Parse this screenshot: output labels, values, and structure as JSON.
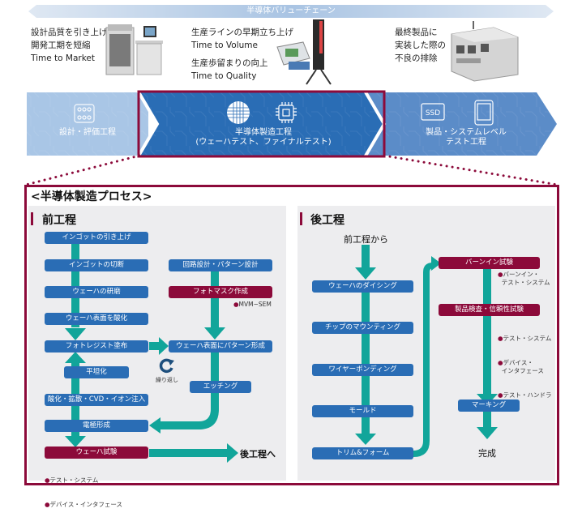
{
  "value_chain": {
    "title": "半導体バリューチェーン",
    "columns": [
      {
        "lines": [
          "設計品質を引き上げ",
          "開発工期を短縮",
          "Time to Market"
        ],
        "image": "test-system-photo"
      },
      {
        "lines": [
          "生産ラインの早期立ち上げ",
          "Time to Volume",
          "生産歩留まりの向上",
          "Time to Quality"
        ],
        "image": "test-handler-photo"
      },
      {
        "lines": [
          "最終製品に",
          "実装した際の",
          "不良の排除"
        ],
        "image": "system-level-tester-photo"
      }
    ]
  },
  "stages": [
    {
      "label": "設計・評価工程",
      "icon": "circuit-board-icon",
      "color": "#a9c6e6"
    },
    {
      "label_line1": "半導体製造工程",
      "label_line2": "(ウェーハテスト、ファイナルテスト)",
      "icons": [
        "wafer-icon",
        "chip-icon"
      ],
      "color": "#2a6db5",
      "highlighted": true
    },
    {
      "label_line1": "製品・システムレベル",
      "label_line2": "テスト工程",
      "icons": [
        "ssd-icon",
        "tablet-icon"
      ],
      "color": "#5b8cc8"
    }
  ],
  "process": {
    "title": "<半導体製造プロセス>",
    "front": {
      "title": "前工程",
      "left_steps": [
        "インゴットの引き上げ",
        "インゴットの切断",
        "ウェーハの研磨",
        "ウェーハ表面を酸化",
        "フォトレジスト塗布",
        "平坦化",
        "酸化・拡散・CVD・イオン注入",
        "電極形成",
        "ウェーハ試験"
      ],
      "right_steps": [
        "回路設計・パターン設計",
        "フォトマスク作成",
        "ウェーハ表面にパターン形成",
        "エッチング"
      ],
      "photomask_note": "MVM−SEM",
      "repeat_label": "繰り返し",
      "wafer_test_notes": [
        "テスト・システム",
        "デバイス・インタフェース"
      ],
      "to_back": "後工程へ"
    },
    "back": {
      "title": "後工程",
      "from_front": "前工程から",
      "left_steps": [
        "ウェーハのダイシング",
        "チップのマウンティング",
        "ワイヤーボンディング",
        "モールド",
        "トリム&フォーム"
      ],
      "right_steps": [
        "バーンイン試験",
        "製品検査・信頼性試験",
        "マーキング"
      ],
      "burnin_notes": [
        "バーンイン・\n  テスト・システム"
      ],
      "inspection_notes": [
        "テスト・システム",
        "デバイス・\n  インタフェース",
        "テスト・ハンドラ"
      ],
      "done": "完成"
    }
  },
  "colors": {
    "accent_red": "#8c0a3a",
    "step_blue": "#2a6db5",
    "flow_teal": "#11a59a",
    "panel_bg": "#ededef"
  }
}
